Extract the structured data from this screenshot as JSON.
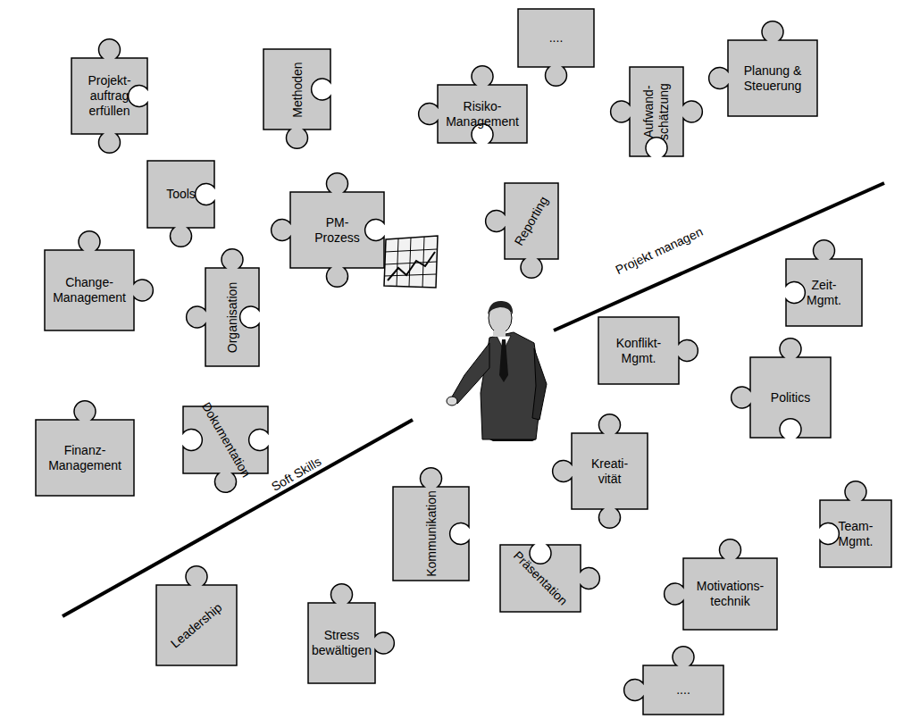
{
  "diagram": {
    "nodes": [
      {
        "text": [
          "Projekt- auftrag erfüllen"
        ]
      },
      {
        "text": [
          "Methoden"
        ]
      },
      {
        "text": [
          "...."
        ]
      },
      {
        "text": [
          "Risiko- Management"
        ]
      },
      {
        "text": [
          "Aufwand- schätzung"
        ]
      },
      {
        "text": [
          "Planung & Steuerung"
        ]
      },
      {
        "text": [
          "Tools"
        ]
      },
      {
        "text": [
          "PM- Prozess"
        ]
      },
      {
        "text": [
          "Reporting"
        ]
      },
      {
        "text": [
          "Change- Management"
        ]
      },
      {
        "text": [
          "Organisation"
        ]
      },
      {
        "text": [
          "Zeit- Mgmt."
        ]
      },
      {
        "text": [
          "Konflikt- Mgmt."
        ]
      },
      {
        "text": [
          "Politics"
        ]
      },
      {
        "text": [
          "Dokumentation"
        ]
      },
      {
        "text": [
          "Finanz- Management"
        ]
      },
      {
        "text": [
          "Kreati- vität"
        ]
      },
      {
        "text": [
          "Kommunikation"
        ]
      },
      {
        "text": [
          "Team- Mgmt."
        ]
      },
      {
        "text": [
          "Präsentation"
        ]
      },
      {
        "text": [
          "Motivations- technik"
        ]
      },
      {
        "text": [
          "Leadership"
        ]
      },
      {
        "text": [
          "Stress bewältigen"
        ]
      },
      {
        "text": [
          "...."
        ]
      }
    ],
    "labels": [
      "Projekt managen",
      "Soft Skills"
    ]
  }
}
